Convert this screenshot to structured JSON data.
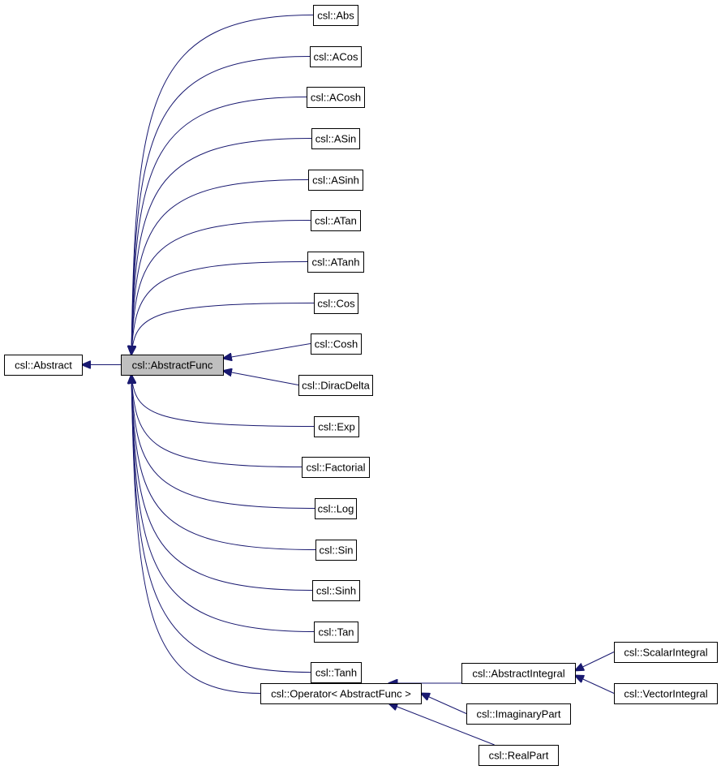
{
  "diagram": {
    "colors": {
      "edge": "#191970",
      "node_border": "#000000",
      "node_fill": "#ffffff",
      "highlight_fill": "#bfbfbf"
    },
    "nodes": [
      {
        "id": "abstract",
        "label": "csl::Abstract"
      },
      {
        "id": "abstractfunc",
        "label": "csl::AbstractFunc",
        "highlighted": true
      },
      {
        "id": "abs",
        "label": "csl::Abs"
      },
      {
        "id": "acos",
        "label": "csl::ACos"
      },
      {
        "id": "acosh",
        "label": "csl::ACosh"
      },
      {
        "id": "asin",
        "label": "csl::ASin"
      },
      {
        "id": "asinh",
        "label": "csl::ASinh"
      },
      {
        "id": "atan",
        "label": "csl::ATan"
      },
      {
        "id": "atanh",
        "label": "csl::ATanh"
      },
      {
        "id": "cos",
        "label": "csl::Cos"
      },
      {
        "id": "cosh",
        "label": "csl::Cosh"
      },
      {
        "id": "diracdelta",
        "label": "csl::DiracDelta"
      },
      {
        "id": "exp",
        "label": "csl::Exp"
      },
      {
        "id": "factorial",
        "label": "csl::Factorial"
      },
      {
        "id": "log",
        "label": "csl::Log"
      },
      {
        "id": "sin",
        "label": "csl::Sin"
      },
      {
        "id": "sinh",
        "label": "csl::Sinh"
      },
      {
        "id": "tan",
        "label": "csl::Tan"
      },
      {
        "id": "tanh",
        "label": "csl::Tanh"
      },
      {
        "id": "operator",
        "label": "csl::Operator< AbstractFunc >"
      },
      {
        "id": "abstractintegral",
        "label": "csl::AbstractIntegral"
      },
      {
        "id": "imaginarypart",
        "label": "csl::ImaginaryPart"
      },
      {
        "id": "realpart",
        "label": "csl::RealPart"
      },
      {
        "id": "scalarintegral",
        "label": "csl::ScalarIntegral"
      },
      {
        "id": "vectorintegral",
        "label": "csl::VectorIntegral"
      }
    ],
    "edges": [
      {
        "from": "abstractfunc",
        "to": "abstract"
      },
      {
        "from": "abs",
        "to": "abstractfunc"
      },
      {
        "from": "acos",
        "to": "abstractfunc"
      },
      {
        "from": "acosh",
        "to": "abstractfunc"
      },
      {
        "from": "asin",
        "to": "abstractfunc"
      },
      {
        "from": "asinh",
        "to": "abstractfunc"
      },
      {
        "from": "atan",
        "to": "abstractfunc"
      },
      {
        "from": "atanh",
        "to": "abstractfunc"
      },
      {
        "from": "cos",
        "to": "abstractfunc"
      },
      {
        "from": "cosh",
        "to": "abstractfunc"
      },
      {
        "from": "diracdelta",
        "to": "abstractfunc"
      },
      {
        "from": "exp",
        "to": "abstractfunc"
      },
      {
        "from": "factorial",
        "to": "abstractfunc"
      },
      {
        "from": "log",
        "to": "abstractfunc"
      },
      {
        "from": "sin",
        "to": "abstractfunc"
      },
      {
        "from": "sinh",
        "to": "abstractfunc"
      },
      {
        "from": "tan",
        "to": "abstractfunc"
      },
      {
        "from": "tanh",
        "to": "abstractfunc"
      },
      {
        "from": "operator",
        "to": "abstractfunc"
      },
      {
        "from": "abstractintegral",
        "to": "operator"
      },
      {
        "from": "imaginarypart",
        "to": "operator"
      },
      {
        "from": "realpart",
        "to": "operator"
      },
      {
        "from": "scalarintegral",
        "to": "abstractintegral"
      },
      {
        "from": "vectorintegral",
        "to": "abstractintegral"
      }
    ]
  }
}
